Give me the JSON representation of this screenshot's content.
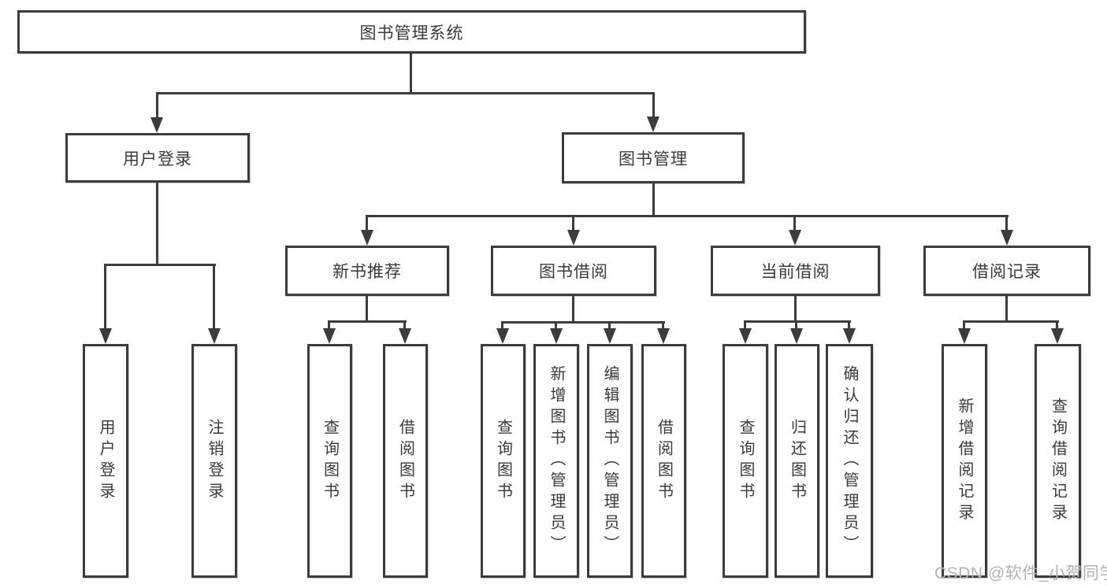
{
  "diagram": {
    "root": "图书管理系统",
    "login": {
      "label": "用户登录",
      "children": [
        "用户登录",
        "注销登录"
      ]
    },
    "management": {
      "label": "图书管理",
      "sections": [
        {
          "label": "新书推荐",
          "children": [
            "查询图书",
            "借阅图书"
          ]
        },
        {
          "label": "图书借阅",
          "children": [
            "查询图书",
            "新增图书（管理员）",
            "编辑图书（管理员）",
            "借阅图书"
          ]
        },
        {
          "label": "当前借阅",
          "children": [
            "查询图书",
            "归还图书",
            "确认归还（管理员）"
          ]
        },
        {
          "label": "借阅记录",
          "children": [
            "新增借阅记录",
            "查询借阅记录"
          ]
        }
      ]
    }
  },
  "watermark": "CSDN @软件_小贺同学",
  "colors": {
    "line": "#3c3c3c",
    "text": "#3a3a3a",
    "box_fill": "#ffffff",
    "watermark": "#b3b3b3"
  }
}
